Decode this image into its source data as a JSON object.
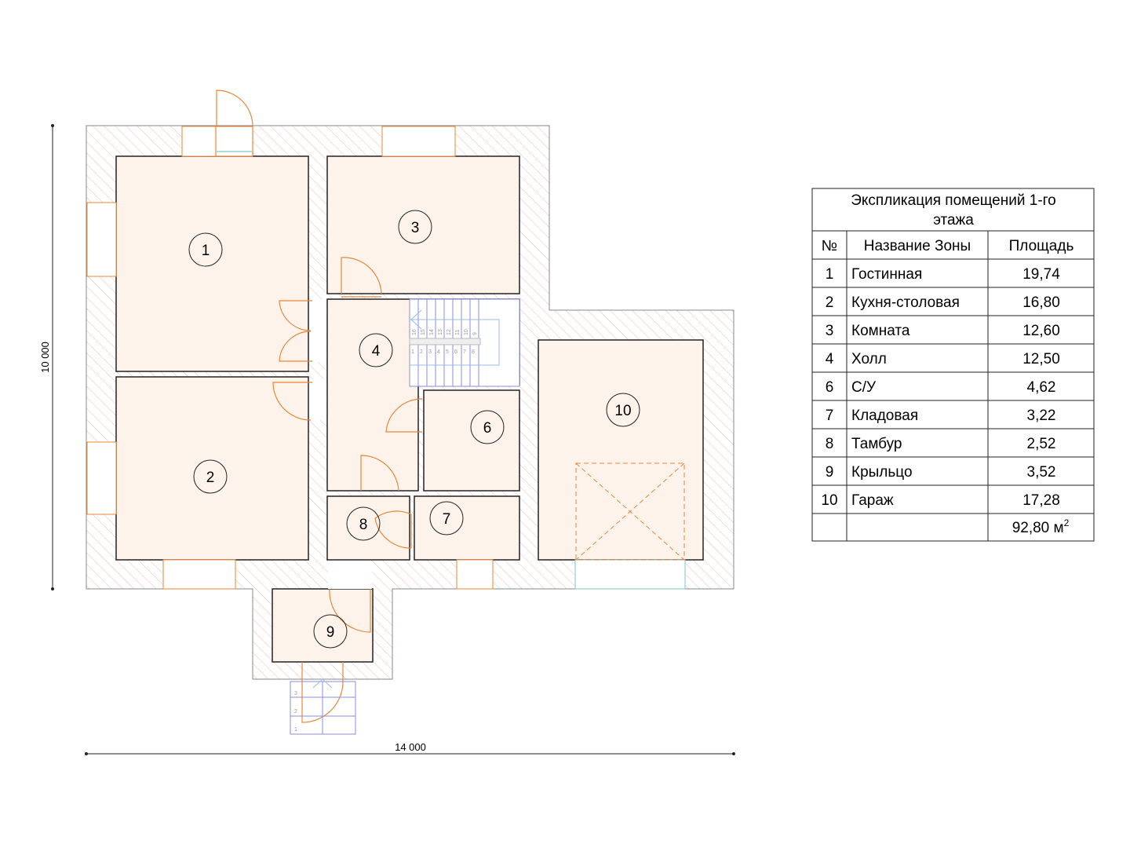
{
  "plan": {
    "rooms": [
      {
        "num": "1"
      },
      {
        "num": "2"
      },
      {
        "num": "3"
      },
      {
        "num": "4"
      },
      {
        "num": "6"
      },
      {
        "num": "7"
      },
      {
        "num": "8"
      },
      {
        "num": "9"
      },
      {
        "num": "10"
      }
    ],
    "dim_width": "14 000",
    "dim_height": "10 000",
    "stair_steps_upper": [
      "16",
      "15",
      "14",
      "13",
      "12",
      "11",
      "10",
      "9"
    ],
    "stair_steps_lower": [
      "1",
      "2",
      "3",
      "4",
      "5",
      "6",
      "7",
      "8"
    ],
    "porch_steps": [
      "3",
      "2",
      "1"
    ],
    "colors": {
      "wall_hatch": "#f2b8b8",
      "room_fill": "#fef3ea",
      "door": "#e8873a",
      "stair": "#8a8ee0",
      "window": "#7fc8c0"
    }
  },
  "table": {
    "title": "Экспликация помещений 1-го этажа",
    "headers": [
      "№",
      "Название Зоны",
      "Площадь"
    ],
    "rows": [
      [
        "1",
        "Гостинная",
        "19,74"
      ],
      [
        "2",
        "Кухня-столовая",
        "16,80"
      ],
      [
        "3",
        "Комната",
        "12,60"
      ],
      [
        "4",
        "Холл",
        "12,50"
      ],
      [
        "6",
        "С/У",
        "4,62"
      ],
      [
        "7",
        "Кладовая",
        "3,22"
      ],
      [
        "8",
        "Тамбур",
        "2,52"
      ],
      [
        "9",
        "Крыльцо",
        "3,52"
      ],
      [
        "10",
        "Гараж",
        "17,28"
      ]
    ],
    "total": "92,80 м",
    "total_sup": "2"
  }
}
